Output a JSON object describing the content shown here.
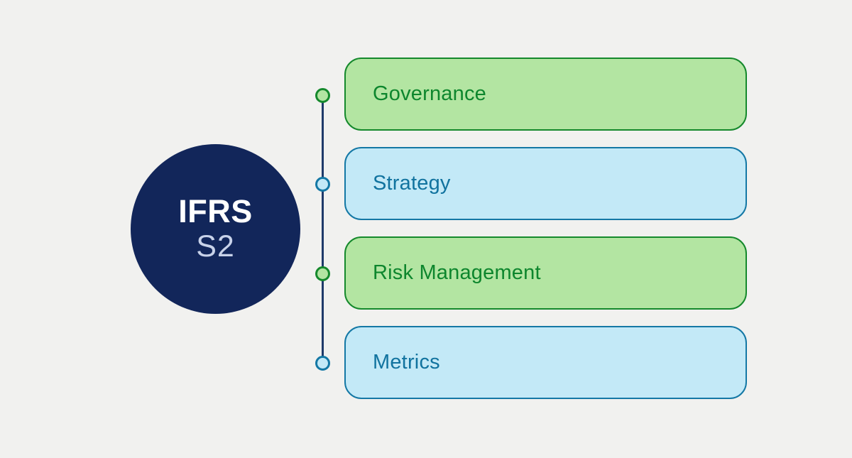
{
  "hub": {
    "line1": "IFRS",
    "line2": "S2"
  },
  "items": [
    {
      "label": "Governance",
      "theme": "green"
    },
    {
      "label": "Strategy",
      "theme": "blue"
    },
    {
      "label": "Risk Management",
      "theme": "green"
    },
    {
      "label": "Metrics",
      "theme": "blue"
    }
  ],
  "colors": {
    "background": "#f1f1ef",
    "hub_fill": "#12265a",
    "hub_text_primary": "#ffffff",
    "hub_text_secondary": "#c8d2e9",
    "connector_line": "#1f3a6a",
    "green_fill": "#b3e5a2",
    "green_border": "#15892c",
    "green_text": "#0d862d",
    "blue_fill": "#c3e9f7",
    "blue_border": "#1478a5",
    "blue_text": "#11739f"
  }
}
